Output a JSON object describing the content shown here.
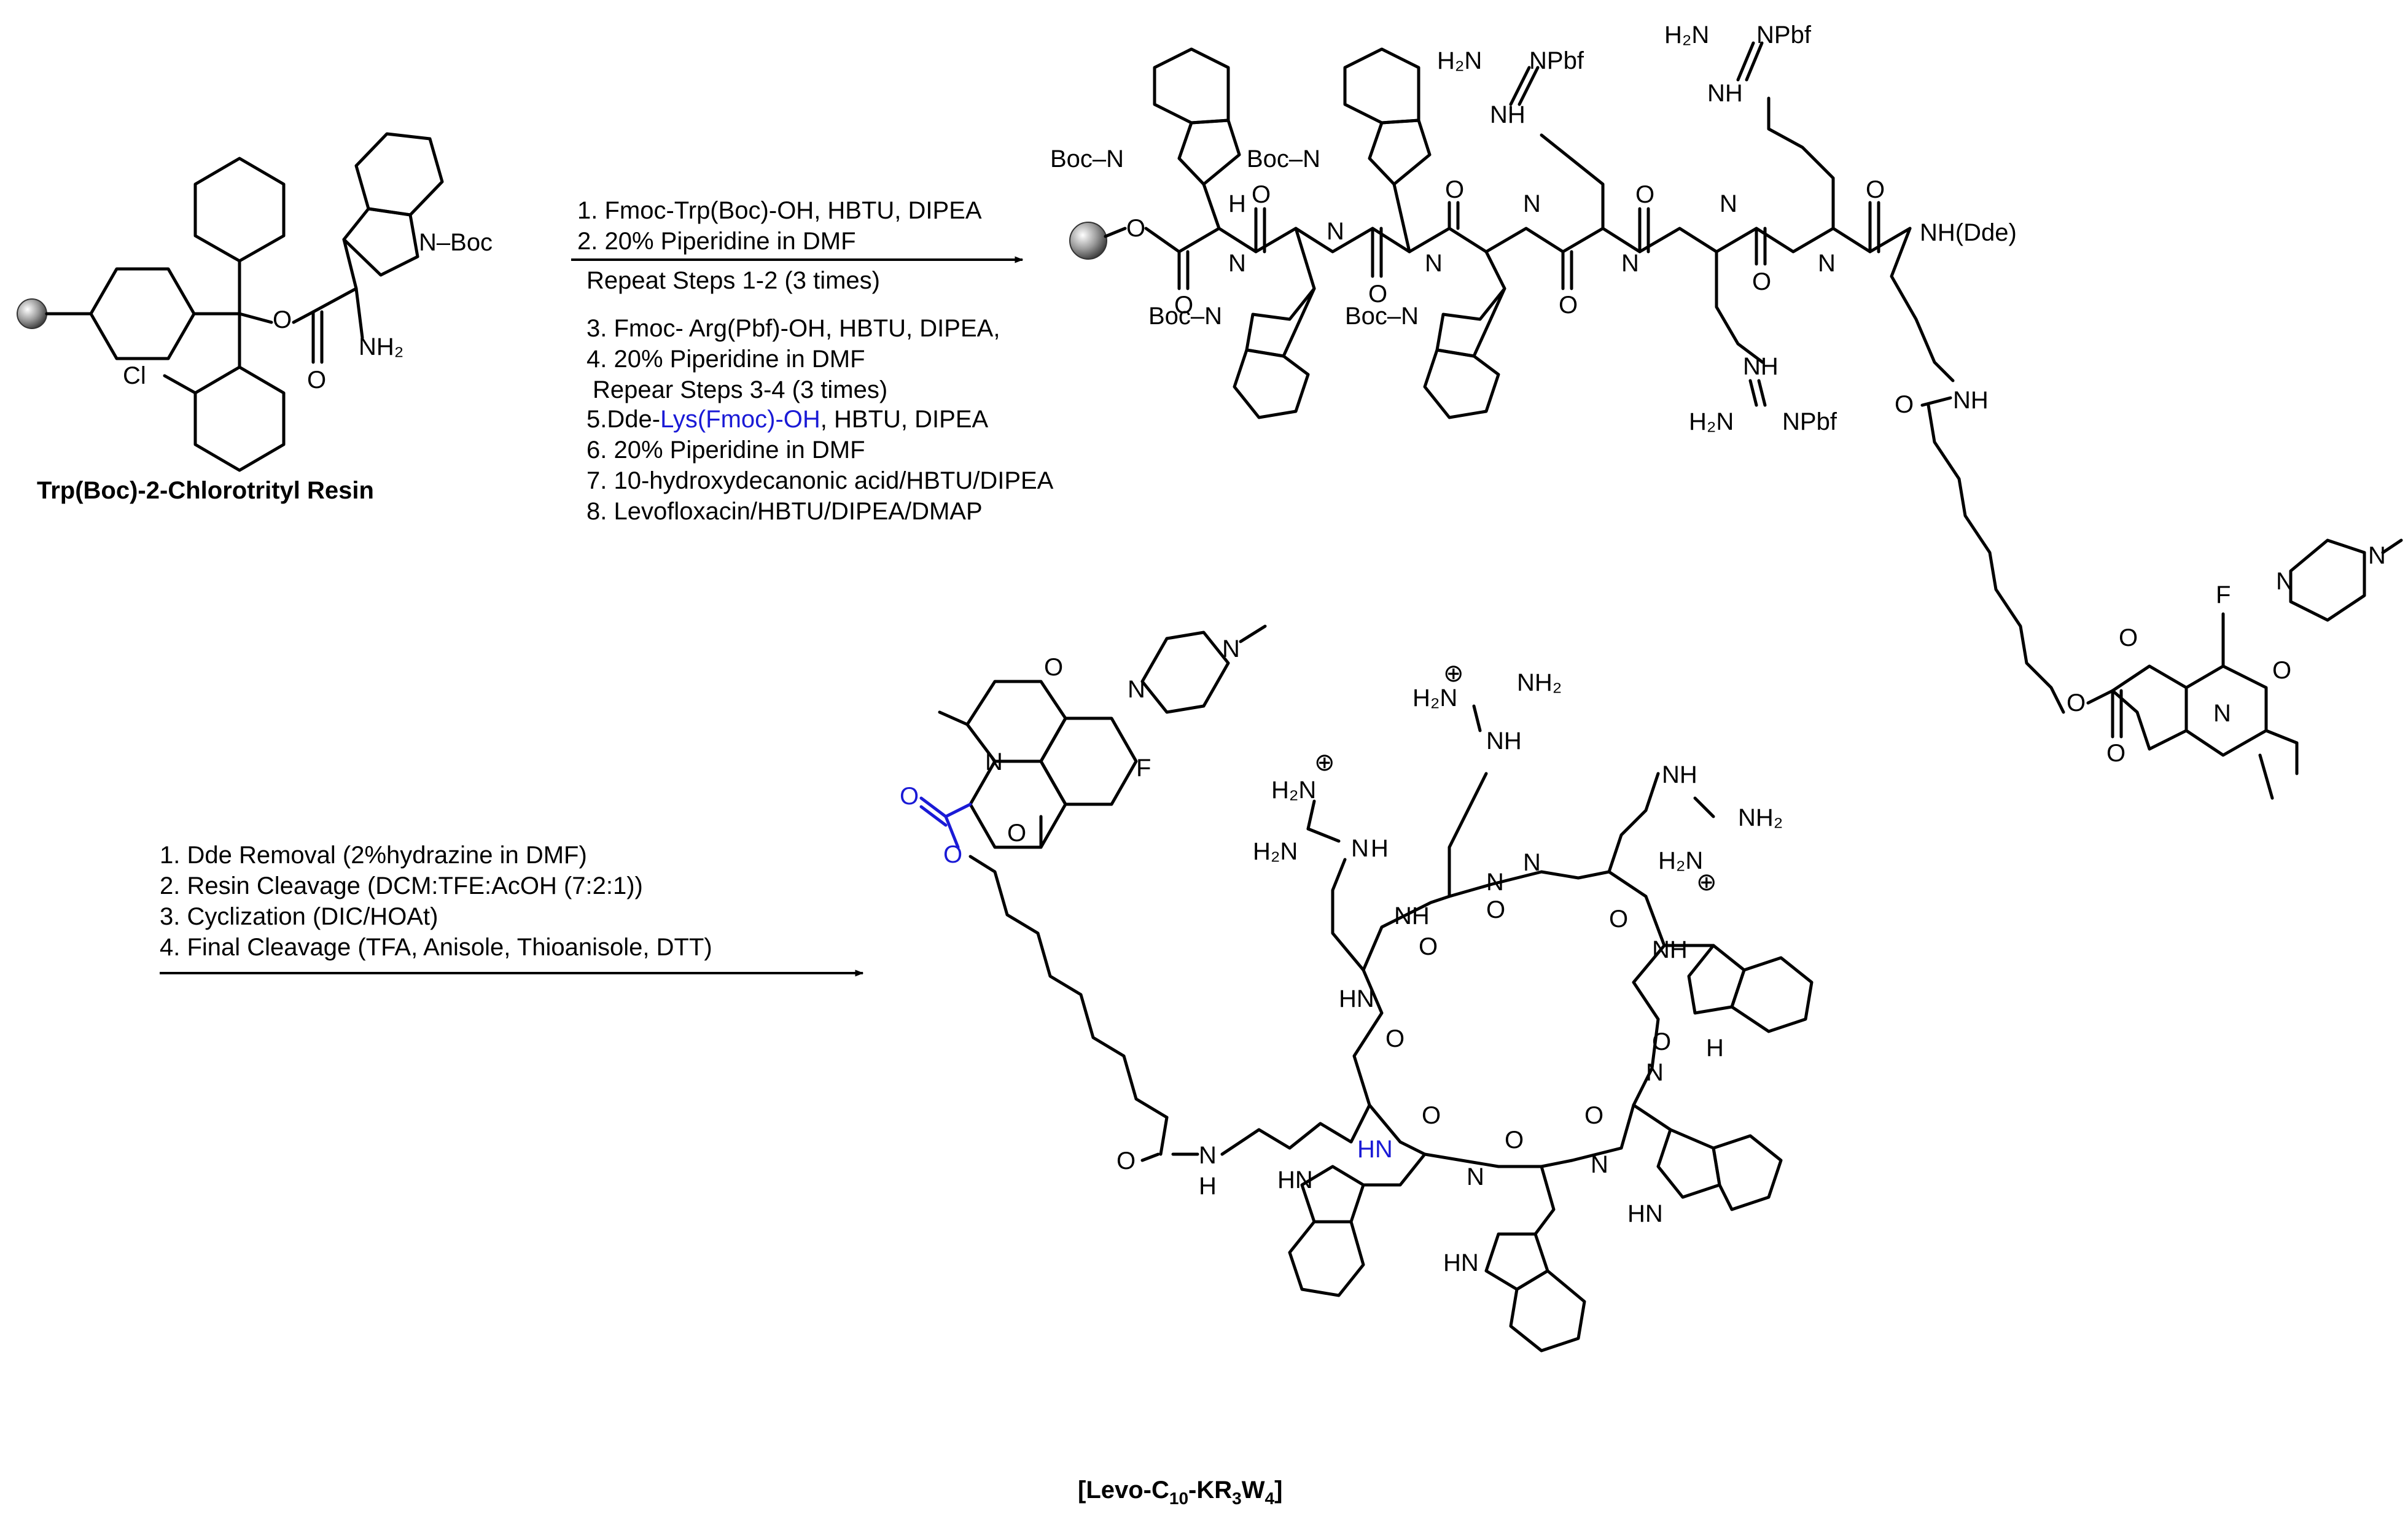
{
  "colors": {
    "ink": "#000000",
    "highlight": "#1a1ad6",
    "bead": "#8a8a8a"
  },
  "resin": {
    "label": "Trp(Boc)-2-Chlorotrityl Resin",
    "atoms": {
      "boc": "N–Boc",
      "cl": "Cl",
      "o": "O",
      "nh2": "NH₂"
    }
  },
  "reaction1": {
    "steps": [
      "1. Fmoc-Trp(Boc)-OH, HBTU, DIPEA",
      "2. 20% Piperidine in DMF",
      "Repeat Steps 1-2 (3 times)",
      "3. Fmoc- Arg(Pbf)-OH, HBTU, DIPEA,",
      "4. 20% Piperidine in DMF",
      "Repear Steps 3-4 (3 times)",
      "7. 10-hydroxydecanonic acid/HBTU/DIPEA",
      "8. Levofloxacin/HBTU/DIPEA/DMAP"
    ],
    "step5": {
      "pre": "5.Dde-",
      "blue": "Lys(Fmoc)-OH",
      "post": ", HBTU, DIPEA"
    },
    "step6": "6. 20% Piperidine in DMF"
  },
  "intermediate": {
    "atoms": {
      "boc_n": "Boc–N",
      "nh": "NH",
      "n": "N",
      "h": "H",
      "o": "O",
      "h2n": "H₂N",
      "npbf": "NPbf",
      "nh_dde": "NH(Dde)",
      "f": "F"
    }
  },
  "reaction2": {
    "steps": [
      "1. Dde Removal (2%hydrazine in DMF)",
      "2. Resin Cleavage (DCM:TFE:AcOH (7:2:1))",
      "3. Cyclization (DIC/HOAt)",
      "4. Final Cleavage (TFA, Anisole, Thioanisole, DTT)"
    ]
  },
  "product": {
    "atoms": {
      "h2n": "H₂N",
      "nh2": "NH₂",
      "nh": "NH",
      "hn": "HN",
      "n": "N",
      "h": "H",
      "o": "O",
      "f": "F",
      "plus": "⊕"
    },
    "label_parts": [
      "[Levo-C",
      "10",
      "-KR",
      "3",
      "W",
      "4",
      "]"
    ]
  }
}
